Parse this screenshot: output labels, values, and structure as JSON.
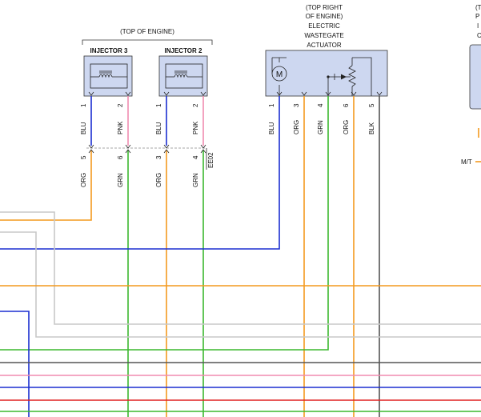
{
  "headers": {
    "top_of_engine": "(TOP OF ENGINE)",
    "actuator_line1": "(TOP RIGHT",
    "actuator_line2": "OF ENGINE)",
    "actuator_line3": "ELECTRIC",
    "actuator_line4": "WASTEGATE",
    "actuator_line5": "ACTUATOR"
  },
  "components": {
    "injector3": "INJECTOR 3",
    "injector2": "INJECTOR 2",
    "motor_symbol": "M"
  },
  "connector": {
    "id": "EE02"
  },
  "injector_pins": [
    "1",
    "2",
    "1",
    "2"
  ],
  "injector_wire_colors": [
    "BLU",
    "PNK",
    "BLU",
    "PNK"
  ],
  "harness_pins": [
    "5",
    "6",
    "3",
    "4"
  ],
  "harness_wire_colors": [
    "ORG",
    "GRN",
    "ORG",
    "GRN"
  ],
  "actuator_pins": [
    "1",
    "3",
    "4",
    "6",
    "5"
  ],
  "actuator_wire_colors": [
    "BLU",
    "ORG",
    "GRN",
    "ORG",
    "BLK"
  ],
  "right_partial": {
    "line1": "(T",
    "line2": "P",
    "line3": "I",
    "line4": "C",
    "mt_label": "M/T"
  },
  "colors": {
    "blu": "#1c2fd0",
    "pnk": "#f08cb0",
    "org": "#f39a1f",
    "grn": "#3cb82f",
    "blk": "#444444",
    "gry": "#c8c8c8",
    "red": "#e02020",
    "component_fill": "#cdd7f0"
  }
}
